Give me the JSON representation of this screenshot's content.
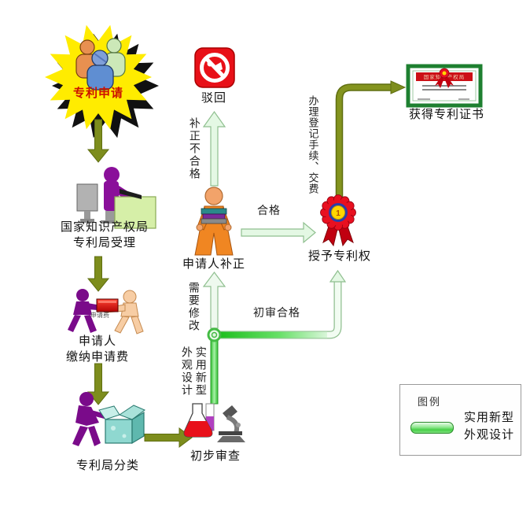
{
  "nodes": {
    "start": {
      "label": "专利申请"
    },
    "office": {
      "label_line1": "国家知识产权局",
      "label_line2": "专利局受理"
    },
    "pay_fee": {
      "label_line1": "申请人",
      "label_line2": "缴纳申请费",
      "box_label": "申请费"
    },
    "classify": {
      "label": "专利局分类"
    },
    "preliminary_exam": {
      "label": "初步审查"
    },
    "correction": {
      "label": "申请人补正"
    },
    "reject": {
      "label": "驳回"
    },
    "grant": {
      "label": "授予专利权",
      "medal_number": "1"
    },
    "certificate": {
      "label": "获得专利证书",
      "banner_text": "国家知识产权局"
    }
  },
  "edge_labels": {
    "correction_fail": "补正不合格",
    "qualified": "合格",
    "need_modify": "需要修改",
    "prelim_pass": "初审合格",
    "utility_model": "实用新型",
    "design": "外观设计",
    "registration": "办理登记手续、交费"
  },
  "legend": {
    "title": "图例",
    "item_line1": "实用新型",
    "item_line2": "外观设计"
  },
  "colors": {
    "arrow_olive": "#7d8d1d",
    "flow_bright_green": "#2fbf2f",
    "flow_pale_green": "#e4f8e4",
    "starburst_yellow": "#ffec00",
    "reject_red": "#e81018",
    "person_purple": "#7e0b8e",
    "person_orange": "#f08622"
  }
}
